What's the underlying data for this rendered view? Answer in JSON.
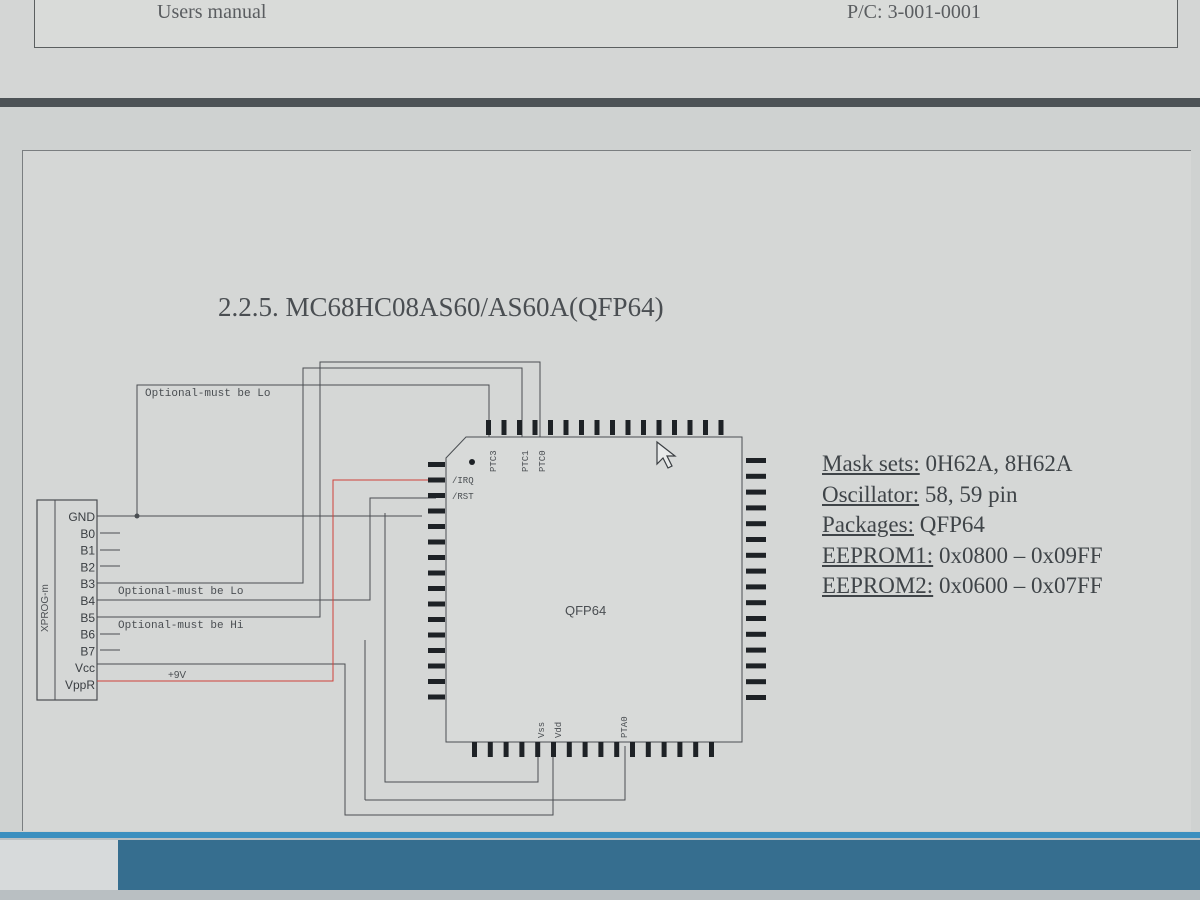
{
  "header": {
    "left_title": "Users manual",
    "right_code": "P/C: 3-001-0001"
  },
  "section": {
    "title": "2.2.5. MC68HC08AS60/AS60A(QFP64)"
  },
  "connector": {
    "label": "XPROG-m",
    "pins": [
      "GND",
      "B0",
      "B1",
      "B2",
      "B3",
      "B4",
      "B5",
      "B6",
      "B7",
      "Vcc",
      "VppR"
    ]
  },
  "wire_labels": {
    "optional_lo_top": "Optional-must be Lo",
    "optional_lo": "Optional-must be Lo",
    "optional_hi": "Optional-must be Hi",
    "plus9v": "+9V"
  },
  "chip": {
    "name": "QFP64",
    "pins_top": [
      "PTC3",
      "PTC1",
      "PTC0"
    ],
    "pins_left": [
      "/IRQ",
      "/RST"
    ],
    "pins_bottom": [
      "Vss",
      "Vdd",
      "PTA0"
    ]
  },
  "specs": [
    {
      "key": "Mask sets:",
      "value": " 0H62A, 8H62A"
    },
    {
      "key": "Oscillator:",
      "value": " 58, 59  pin"
    },
    {
      "key": "Packages:",
      "value": " QFP64"
    },
    {
      "key": "EEPROM1:",
      "value": " 0x0800 – 0x09FF"
    },
    {
      "key": "EEPROM2:",
      "value": " 0x0600 – 0x07FF"
    }
  ],
  "colors": {
    "wire": "#4a4e52",
    "power_wire": "#d0413a",
    "pin": "#1e2226"
  }
}
